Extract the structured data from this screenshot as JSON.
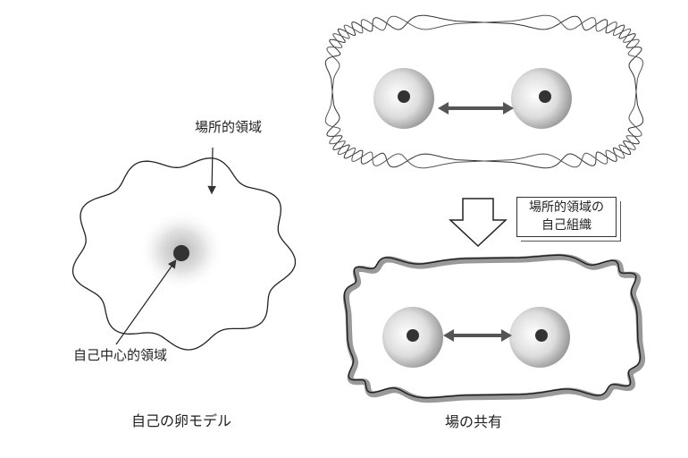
{
  "labels": {
    "place_region": "場所的領域",
    "self_center_region": "自己中心的領域",
    "egg_model_caption": "自己の卵モデル",
    "self_organization_line1": "場所的領域の",
    "self_organization_line2": "自己組織",
    "field_sharing_caption": "場の共有"
  }
}
